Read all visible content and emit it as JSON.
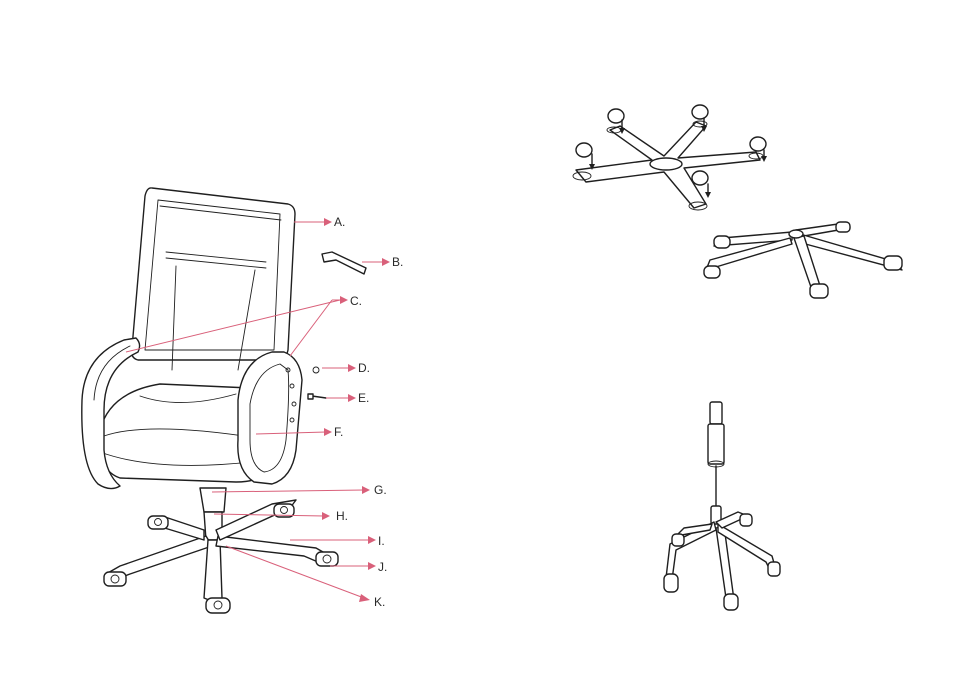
{
  "parts": [
    {
      "id": "A",
      "label": "A."
    },
    {
      "id": "B",
      "label": "B."
    },
    {
      "id": "C",
      "label": "C."
    },
    {
      "id": "D",
      "label": "D."
    },
    {
      "id": "E",
      "label": "E."
    },
    {
      "id": "F",
      "label": "F."
    },
    {
      "id": "G",
      "label": "G."
    },
    {
      "id": "H",
      "label": "H."
    },
    {
      "id": "I",
      "label": "I."
    },
    {
      "id": "J",
      "label": "J."
    },
    {
      "id": "K",
      "label": "K."
    }
  ],
  "colors": {
    "line": "#1f1f1f",
    "leader": "#d9607a",
    "background": "#ffffff"
  }
}
